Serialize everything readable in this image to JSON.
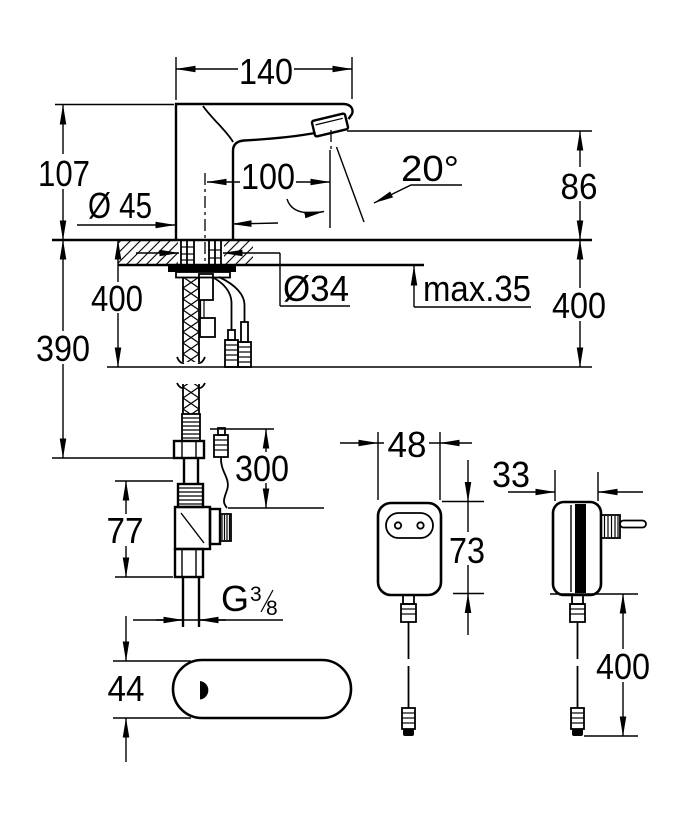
{
  "drawing": {
    "faucet_side": {
      "top_width": "140",
      "height_above_deck": "107",
      "base_diameter": "Ø 45",
      "spout_reach": "100",
      "stream_angle": "20°",
      "outlet_height": "86",
      "hole_diameter": "Ø34",
      "max_deck_thickness": "max.35",
      "cable_length_left": "400",
      "hose_drop": "390",
      "cable_length_right": "400"
    },
    "supply": {
      "sensor_cable_length": "300",
      "valve_height": "77",
      "thread": {
        "letter": "G",
        "numerator": "3",
        "denominator": "8"
      }
    },
    "faucet_top": {
      "body_width": "44"
    },
    "power_supply_front": {
      "width": "48",
      "height": "73"
    },
    "power_supply_side": {
      "depth": "33",
      "cable_length": "400"
    }
  }
}
